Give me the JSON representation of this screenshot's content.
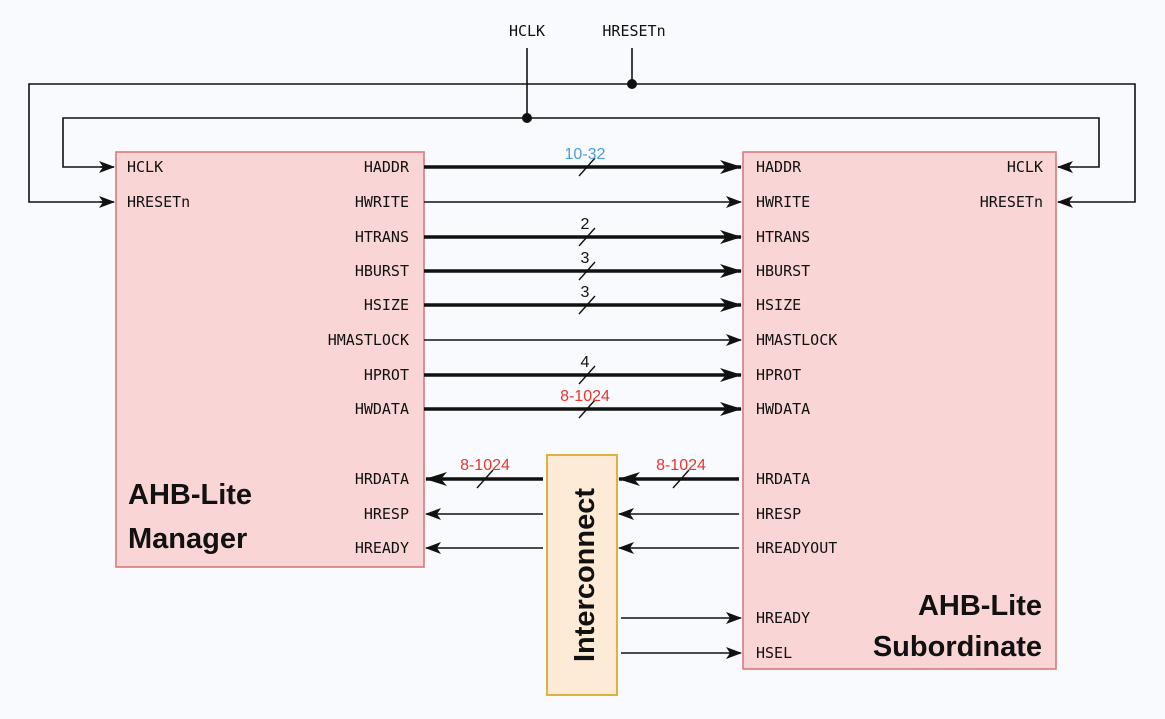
{
  "colors": {
    "background": "#f8fafd",
    "block_fill": "#f9d5d5",
    "block_stroke": "#d97a7a",
    "interconnect_fill": "#fdebd7",
    "interconnect_stroke": "#e0b040",
    "wire": "#111111",
    "width_blue": "#4a9fd8",
    "width_red": "#e8352a",
    "width_black": "#111111"
  },
  "global_signals": {
    "clock": "HCLK",
    "reset": "HRESETn"
  },
  "manager": {
    "title_line1": "AHB-Lite",
    "title_line2": "Manager",
    "inputs": [
      "HCLK",
      "HRESETn"
    ],
    "outputs": [
      "HADDR",
      "HWRITE",
      "HTRANS",
      "HBURST",
      "HSIZE",
      "HMASTLOCK",
      "HPROT",
      "HWDATA"
    ],
    "returns": [
      "HRDATA",
      "HRESP",
      "HREADY"
    ]
  },
  "subordinate": {
    "title_line1": "AHB-Lite",
    "title_line2": "Subordinate",
    "inputs_right": [
      "HCLK",
      "HRESETn"
    ],
    "inputs_left": [
      "HADDR",
      "HWRITE",
      "HTRANS",
      "HBURST",
      "HSIZE",
      "HMASTLOCK",
      "HPROT",
      "HWDATA"
    ],
    "outputs": [
      "HRDATA",
      "HRESP",
      "HREADYOUT"
    ],
    "select_inputs": [
      "HREADY",
      "HSEL"
    ]
  },
  "interconnect": {
    "label": "Interconnect"
  },
  "bus_widths": {
    "HADDR": {
      "text": "10-32",
      "color": "blue"
    },
    "HTRANS": {
      "text": "2",
      "color": "black"
    },
    "HBURST": {
      "text": "3",
      "color": "black"
    },
    "HSIZE": {
      "text": "3",
      "color": "black"
    },
    "HPROT": {
      "text": "4",
      "color": "black"
    },
    "HWDATA": {
      "text": "8-1024",
      "color": "red"
    },
    "HRDATA_manager": {
      "text": "8-1024",
      "color": "red"
    },
    "HRDATA_subordinate": {
      "text": "8-1024",
      "color": "red"
    }
  }
}
